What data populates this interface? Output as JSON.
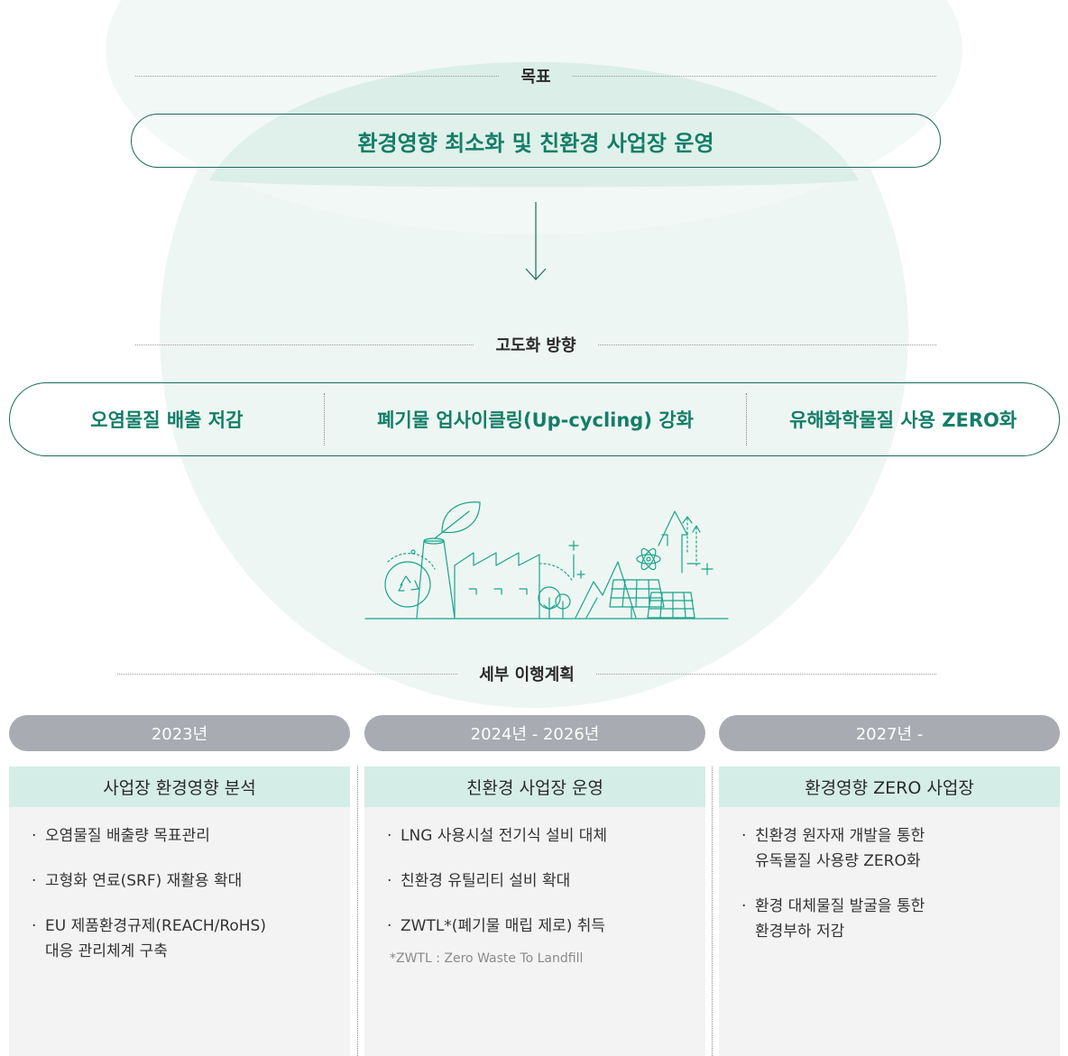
{
  "goal": {
    "section_label": "목표",
    "title": "환경영향 최소화 및 친환경 사업장 운영"
  },
  "directions": {
    "section_label": "고도화 방향",
    "items": [
      "오염물질 배출 저감",
      "폐기물 업사이클링(Up-cycling) 강화",
      "유해화학물질 사용 ZERO화"
    ]
  },
  "plan": {
    "section_label": "세부 이행계획",
    "columns": [
      {
        "period": "2023년",
        "heading": "사업장 환경영향 분석",
        "items": [
          "오염물질 배출량 목표관리",
          "고형화 연료(SRF) 재활용 확대",
          "EU 제품환경규제(REACH/RoHS)",
          "대응 관리체계 구축"
        ]
      },
      {
        "period": "2024년 - 2026년",
        "heading": "친환경 사업장 운영",
        "items": [
          "LNG 사용시설 전기식 설비 대체",
          "친환경 유틸리티 설비 확대",
          "ZWTL*(폐기물 매립 제로) 취득"
        ],
        "note": "*ZWTL : Zero Waste To Landfill"
      },
      {
        "period": "2027년 -",
        "heading": "환경영향 ZERO 사업장",
        "items": [
          "친환경 원자재 개발을 통한",
          "유독물질 사용량 ZERO화",
          "환경 대체물질 발굴을 통한",
          "환경부하 저감"
        ]
      }
    ]
  },
  "colors": {
    "accent": "#137e67",
    "border": "#1a6b5c",
    "pill": "#a8abb1",
    "col_head": "#d5ede7",
    "col_body": "#f3f3f3",
    "bg_circle": "#eef6f3",
    "bg_ellipse": "#dbeee8"
  },
  "icons": [
    "down-arrow-icon",
    "eco-factory-illustration",
    "recycle-icon",
    "leaf-icon",
    "atom-icon",
    "solar-panel-icon"
  ]
}
